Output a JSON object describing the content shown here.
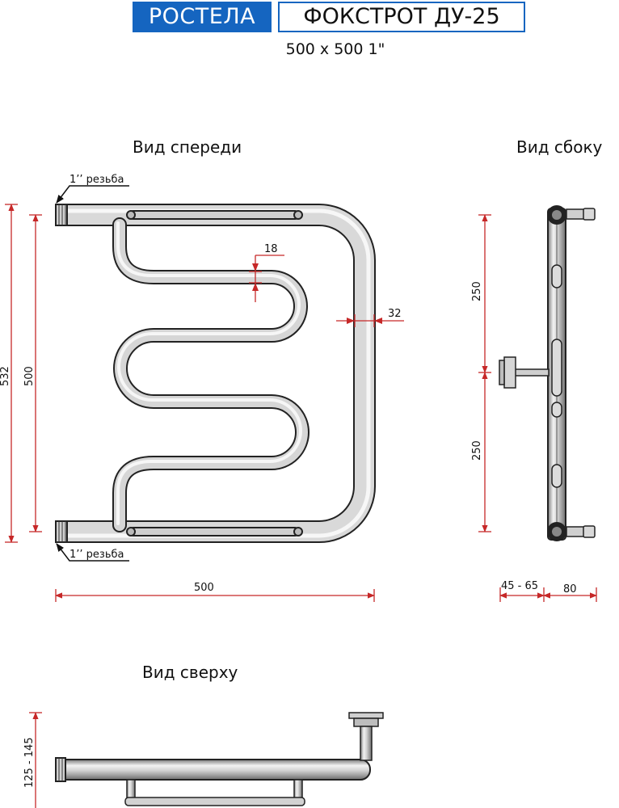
{
  "header": {
    "brand": "РОСТЕЛА",
    "model": "ФОКСТРОТ ДУ-25",
    "size": "500 x 500 1\""
  },
  "views": {
    "front": "Вид спереди",
    "side": "Вид сбоку",
    "top": "Вид сверху"
  },
  "front_dims": {
    "thread_top": "1’’ резьба",
    "thread_bottom": "1’’ резьба",
    "coil_gap": "18",
    "pipe_diameter": "32",
    "total_height": "532",
    "center_distance": "500",
    "width": "500"
  },
  "side_dims": {
    "upper_half": "250",
    "lower_half": "250",
    "wall_offset": "45 - 65",
    "depth": "80"
  },
  "top_dims": {
    "wall_distance": "125 - 145"
  },
  "colors": {
    "brand_blue": "#1565c0",
    "dimension_red": "#c62828",
    "pipe_light": "#e6e6e6",
    "pipe_dark": "#8a8a8a"
  }
}
